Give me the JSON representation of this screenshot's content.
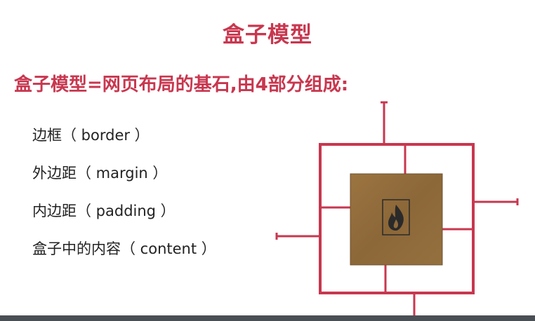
{
  "slide": {
    "title": "盒子模型",
    "subtitle": "盒子模型=网页布局的基石,由4部分组成:",
    "items": [
      "边框（ border ）",
      "外边距（ margin ）",
      "内边距（ padding ）",
      "盒子中的内容（ content ）"
    ]
  },
  "diagram": {
    "border_color": "#c8374f",
    "content_color": "#8f6a3d",
    "content_icon": "flame-icon"
  }
}
